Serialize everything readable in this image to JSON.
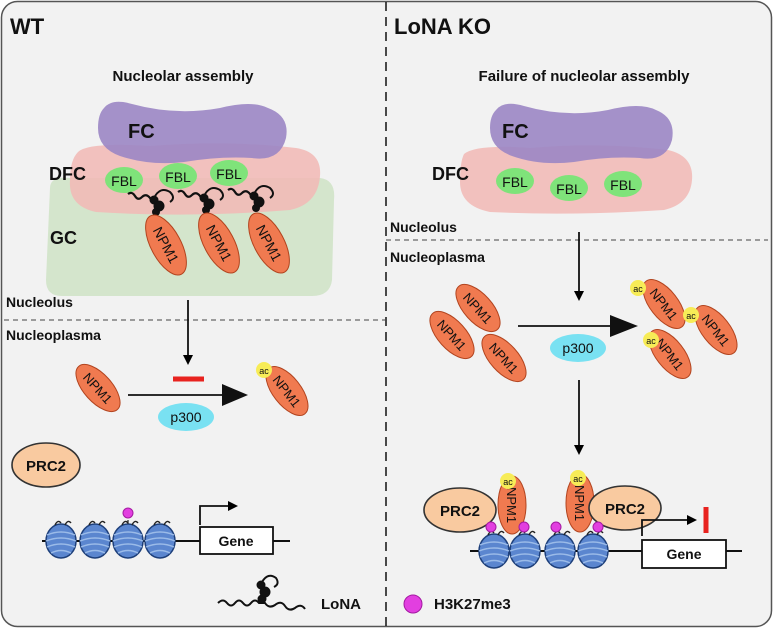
{
  "panels": {
    "left_title": "WT",
    "right_title": "LoNA KO"
  },
  "captions": {
    "left": "Nucleolar assembly",
    "right": "Failure of nucleolar assembly"
  },
  "regions": {
    "fc": "FC",
    "dfc": "DFC",
    "gc": "GC",
    "nucleolus": "Nucleolus",
    "nucleoplasma": "Nucleoplasma"
  },
  "molecules": {
    "fbl": "FBL",
    "npm1": "NPM1",
    "p300": "p300",
    "prc2": "PRC2",
    "ac": "ac",
    "gene": "Gene"
  },
  "legend": {
    "lona": "LoNA",
    "h3k27me3": "H3K27me3"
  },
  "colors": {
    "fc": "#9b86c4",
    "dfc": "#f2b8b5",
    "gc": "#cfe3c6",
    "fbl": "#7fe37a",
    "npm1": "#f07a50",
    "p300": "#79e1f2",
    "prc2": "#f9caa0",
    "ac": "#f7ec57",
    "h3k27me3": "#e23fe0",
    "nucleosome": "#5b86cf",
    "inhibit": "#e8231f"
  }
}
